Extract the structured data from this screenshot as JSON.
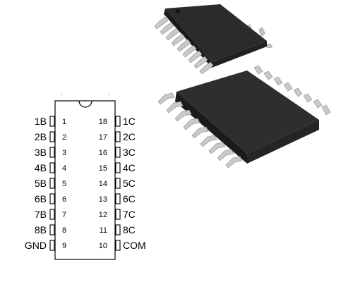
{
  "pinout": {
    "left_pins": [
      {
        "name": "1B",
        "number": "1"
      },
      {
        "name": "2B",
        "number": "2"
      },
      {
        "name": "3B",
        "number": "3"
      },
      {
        "name": "4B",
        "number": "4"
      },
      {
        "name": "5B",
        "number": "5"
      },
      {
        "name": "6B",
        "number": "6"
      },
      {
        "name": "7B",
        "number": "7"
      },
      {
        "name": "8B",
        "number": "8"
      },
      {
        "name": "GND",
        "number": "9"
      }
    ],
    "right_pins": [
      {
        "name": "1C",
        "number": "18"
      },
      {
        "name": "2C",
        "number": "17"
      },
      {
        "name": "3C",
        "number": "16"
      },
      {
        "name": "4C",
        "number": "15"
      },
      {
        "name": "5C",
        "number": "14"
      },
      {
        "name": "6C",
        "number": "13"
      },
      {
        "name": "7C",
        "number": "12"
      },
      {
        "name": "8C",
        "number": "11"
      },
      {
        "name": "COM",
        "number": "10"
      }
    ]
  },
  "package_photo": {
    "package_color": "#2b2b2b",
    "lead_color": "#c9c9c9"
  }
}
